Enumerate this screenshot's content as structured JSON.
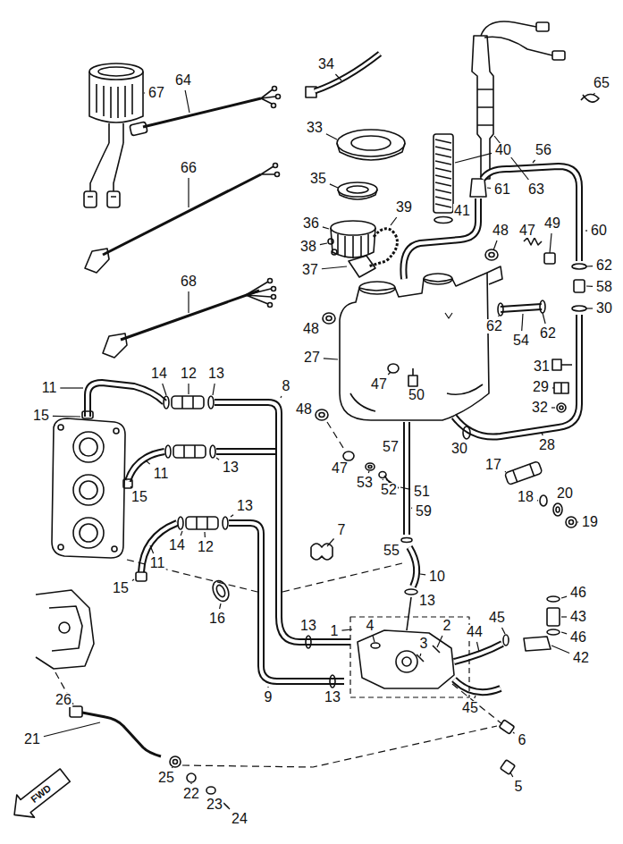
{
  "diagram": {
    "labels": [
      "67",
      "64",
      "34",
      "65",
      "33",
      "40",
      "56",
      "35",
      "61",
      "63",
      "66",
      "60",
      "41",
      "36",
      "39",
      "48",
      "47",
      "49",
      "62",
      "58",
      "30",
      "38",
      "37",
      "68",
      "62",
      "54",
      "62",
      "48",
      "27",
      "47",
      "50",
      "31",
      "29",
      "32",
      "11",
      "14",
      "12",
      "13",
      "8",
      "15",
      "48",
      "30",
      "28",
      "57",
      "47",
      "53",
      "52",
      "51",
      "17",
      "18",
      "20",
      "19",
      "11",
      "13",
      "15",
      "59",
      "7",
      "55",
      "13",
      "14",
      "12",
      "11",
      "15",
      "10",
      "13",
      "46",
      "43",
      "46",
      "16",
      "1",
      "4",
      "3",
      "2",
      "44",
      "45",
      "42",
      "13",
      "45",
      "9",
      "13",
      "6",
      "5",
      "26",
      "21",
      "25",
      "22",
      "23",
      "24",
      "FWD"
    ]
  }
}
